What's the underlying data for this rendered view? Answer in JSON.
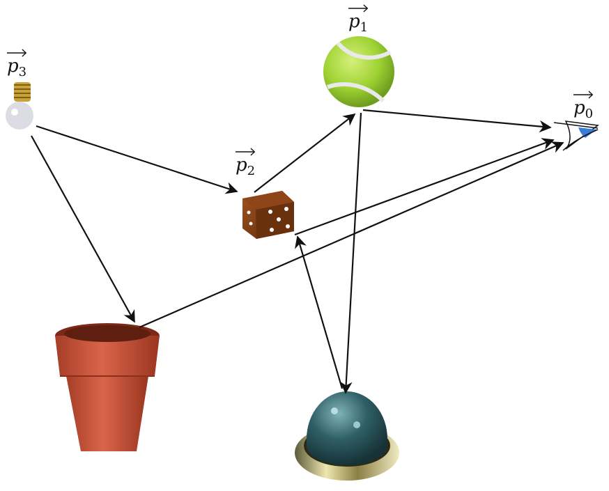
{
  "labels": {
    "p0": {
      "base": "p",
      "sub": "0"
    },
    "p1": {
      "base": "p",
      "sub": "1"
    },
    "p2": {
      "base": "p",
      "sub": "2"
    },
    "p3": {
      "base": "p",
      "sub": "3"
    }
  },
  "colors": {
    "arrow": "#111111",
    "tennis_ball": "#9ed232",
    "dice": "#7a3a12",
    "pot": "#c8553d",
    "dome": "#2f5f66",
    "eye": "#3a7bd5",
    "bulb_metal": "#c9a23a"
  },
  "objects": {
    "p0": "eye-icon",
    "p1": "tennis-ball",
    "p2": "dice",
    "p3": "light-bulb",
    "unlabeled": [
      "flower-pot",
      "dome-object"
    ]
  }
}
